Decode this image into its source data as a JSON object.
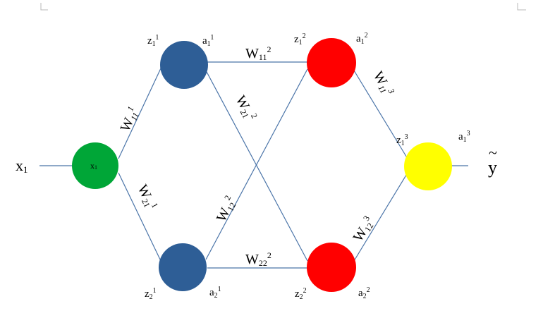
{
  "diagram": {
    "input_label": {
      "base": "x",
      "sub": "1"
    },
    "output_label": {
      "base": "y",
      "mark": "~"
    },
    "input_node": {
      "text": "x",
      "sub": "1",
      "color": "#00a637"
    },
    "hidden1_color": "#2e5e96",
    "hidden2_color": "#ff0000",
    "output_color": "#ffff00",
    "edge_color": "#4a74a8",
    "node_labels": {
      "z11": {
        "base": "z",
        "sub": "1",
        "sup": "1"
      },
      "a11": {
        "base": "a",
        "sub": "1",
        "sup": "1"
      },
      "z21": {
        "base": "z",
        "sub": "2",
        "sup": "1"
      },
      "a21": {
        "base": "a",
        "sub": "2",
        "sup": "1"
      },
      "z12": {
        "base": "z",
        "sub": "1",
        "sup": "2"
      },
      "a12": {
        "base": "a",
        "sub": "1",
        "sup": "2"
      },
      "z22": {
        "base": "z",
        "sub": "2",
        "sup": "2"
      },
      "a22": {
        "base": "a",
        "sub": "2",
        "sup": "2"
      },
      "z13": {
        "base": "z",
        "sub": "1",
        "sup": "3"
      },
      "a13": {
        "base": "a",
        "sub": "1",
        "sup": "3"
      }
    },
    "weights": {
      "w11_1": {
        "base": "W",
        "sub": "11",
        "sup": "1"
      },
      "w21_1": {
        "base": "W",
        "sub": "21",
        "sup": "1"
      },
      "w11_2": {
        "base": "W",
        "sub": "11",
        "sup": "2"
      },
      "w22_2": {
        "base": "W",
        "sub": "22",
        "sup": "2"
      },
      "w21_2": {
        "base": "W",
        "sub": "21",
        "sup": "2"
      },
      "w12_2": {
        "base": "W",
        "sub": "12",
        "sup": "2"
      },
      "w11_3": {
        "base": "W",
        "sub": "11",
        "sup": "3"
      },
      "w12_3": {
        "base": "W",
        "sub": "12",
        "sup": "3"
      }
    }
  }
}
